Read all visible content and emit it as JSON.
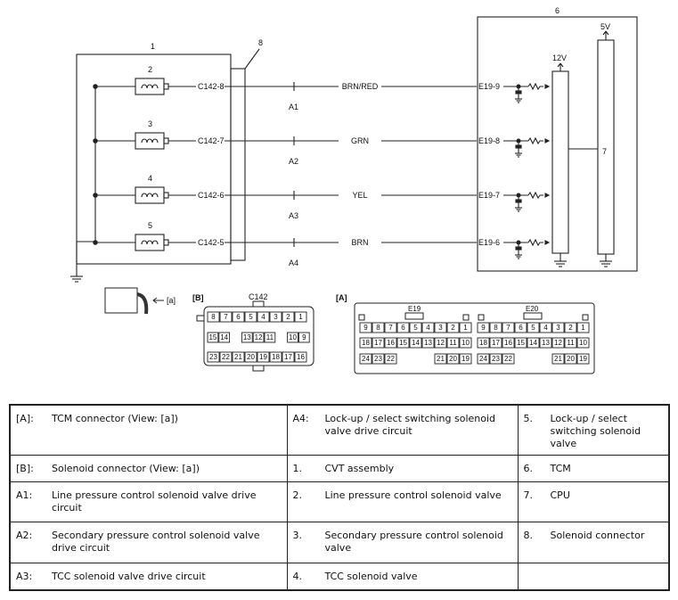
{
  "diagram": {
    "components": {
      "cvt": "1",
      "sol2": "2",
      "sol3": "3",
      "sol4": "4",
      "sol5": "5",
      "tcm": "6",
      "cpu": "7",
      "connector": "8"
    },
    "c142_terminals": [
      "C142-8",
      "C142-7",
      "C142-6",
      "C142-5"
    ],
    "wire_colors": [
      "BRN/RED",
      "GRN",
      "YEL",
      "BRN"
    ],
    "circuits": [
      "A1",
      "A2",
      "A3",
      "A4"
    ],
    "e19_terminals": [
      "E19-9",
      "E19-8",
      "E19-7",
      "E19-6"
    ],
    "voltage_12v": "12V",
    "voltage_5v": "5V",
    "view_label_a": "[a]",
    "tag_b": "[B]",
    "tag_a": "[A]",
    "c142_name": "C142",
    "c142_pins": [
      [
        "8",
        "7",
        "6",
        "5",
        "4",
        "3",
        "2",
        "1"
      ],
      [
        "15",
        "14",
        "",
        "13",
        "12",
        "11",
        "",
        "10",
        "9"
      ],
      [
        "23",
        "22",
        "21",
        "20",
        "19",
        "18",
        "17",
        "16"
      ]
    ],
    "e19_name": "E19",
    "e20_name": "E20",
    "e19_pins": [
      [
        "9",
        "8",
        "7",
        "6",
        "5",
        "4",
        "3",
        "2",
        "1"
      ],
      [
        "18",
        "17",
        "16",
        "15",
        "14",
        "13",
        "12",
        "11",
        "10"
      ],
      [
        "24",
        "23",
        "22",
        "21",
        "20",
        "19"
      ]
    ],
    "e20_pins": [
      [
        "9",
        "8",
        "7",
        "6",
        "5",
        "4",
        "3",
        "2",
        "1"
      ],
      [
        "18",
        "17",
        "16",
        "15",
        "14",
        "13",
        "12",
        "11",
        "10"
      ],
      [
        "24",
        "23",
        "22",
        "21",
        "20",
        "19"
      ]
    ]
  },
  "legend": [
    [
      {
        "code": "[A]:",
        "text": "TCM connector (View: [a])"
      },
      {
        "code": "A4:",
        "text": "Lock-up / select switching solenoid valve drive circuit"
      },
      {
        "code": "5.",
        "text": "Lock-up / select switching solenoid valve"
      }
    ],
    [
      {
        "code": "[B]:",
        "text": "Solenoid connector (View: [a])"
      },
      {
        "code": "1.",
        "text": "CVT assembly"
      },
      {
        "code": "6.",
        "text": "TCM"
      }
    ],
    [
      {
        "code": "A1:",
        "text": "Line pressure control solenoid valve drive circuit"
      },
      {
        "code": "2.",
        "text": "Line pressure control solenoid valve"
      },
      {
        "code": "7.",
        "text": "CPU"
      }
    ],
    [
      {
        "code": "A2:",
        "text": "Secondary pressure control solenoid valve drive circuit"
      },
      {
        "code": "3.",
        "text": "Secondary pressure control solenoid valve"
      },
      {
        "code": "8.",
        "text": "Solenoid connector"
      }
    ],
    [
      {
        "code": "A3:",
        "text": "TCC solenoid valve drive circuit"
      },
      {
        "code": "4.",
        "text": "TCC solenoid valve"
      },
      {
        "code": "",
        "text": ""
      }
    ]
  ]
}
